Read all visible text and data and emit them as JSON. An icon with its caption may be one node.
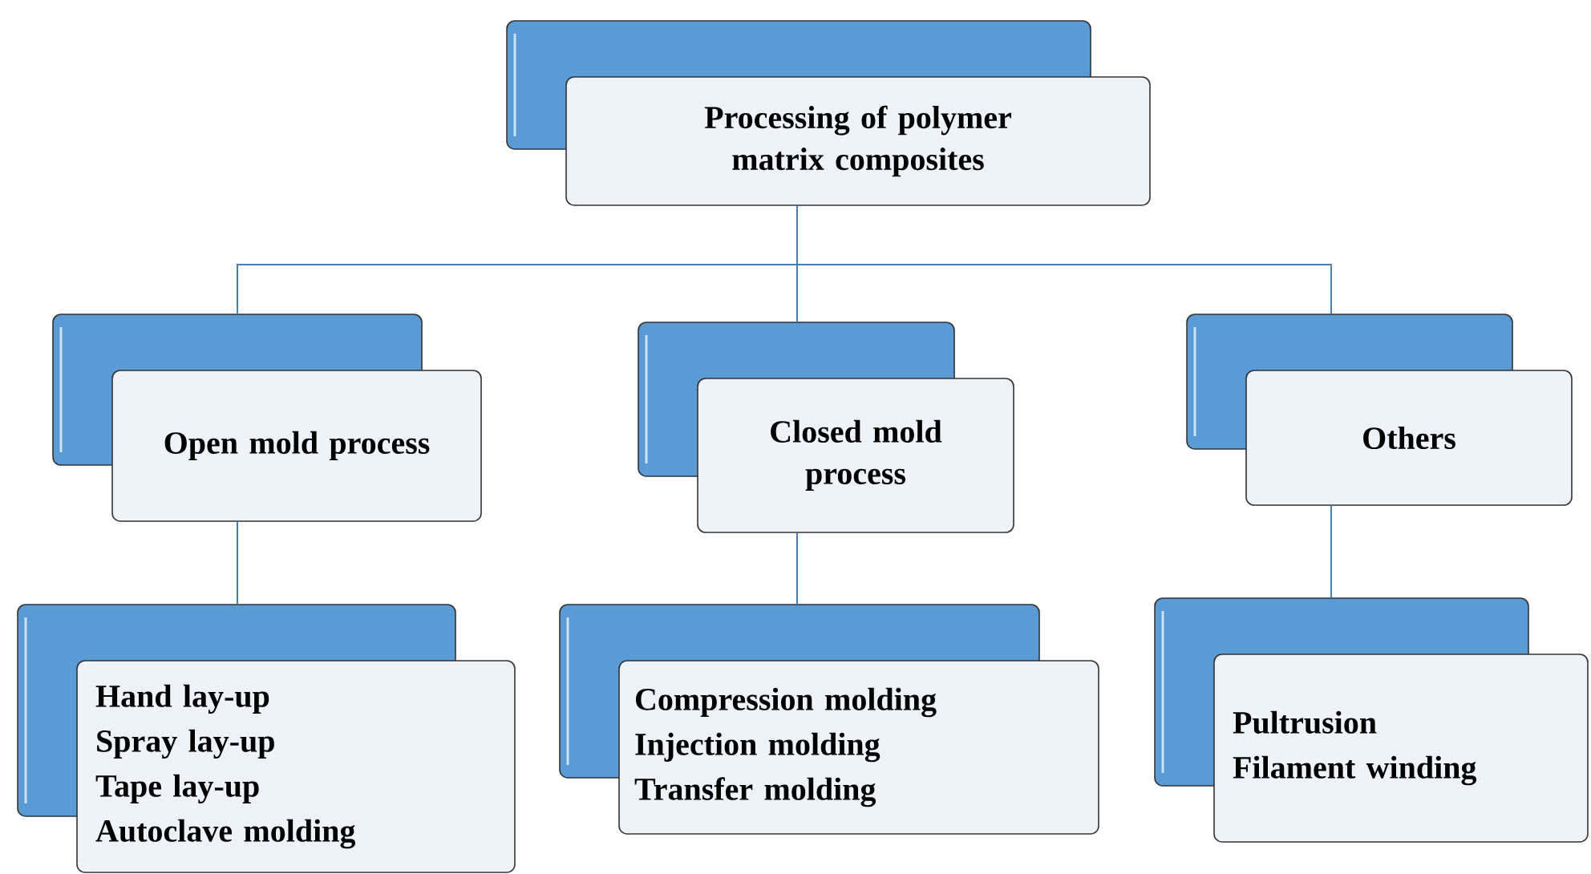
{
  "diagram": {
    "nodes": [
      {
        "text": [
          "Processing of polymer matrix composites"
        ]
      },
      {
        "text": [
          "Open mold process"
        ]
      },
      {
        "text": [
          "Closed mold process"
        ]
      },
      {
        "text": [
          "Others"
        ]
      },
      {
        "text": [
          "Hand lay-up",
          "Spray lay-up",
          "Tape lay-up",
          "Autoclave molding"
        ]
      },
      {
        "text": [
          "Compression molding",
          "Injection molding",
          "Transfer molding"
        ]
      },
      {
        "text": [
          "Pultrusion",
          "Filament winding"
        ]
      }
    ],
    "edges": [
      {
        "from": 0,
        "to": 1,
        "arrow": "none"
      },
      {
        "from": 0,
        "to": 2,
        "arrow": "none"
      },
      {
        "from": 0,
        "to": 3,
        "arrow": "none"
      },
      {
        "from": 1,
        "to": 4,
        "arrow": "none"
      },
      {
        "from": 2,
        "to": 5,
        "arrow": "none"
      },
      {
        "from": 3,
        "to": 6,
        "arrow": "none"
      }
    ]
  }
}
